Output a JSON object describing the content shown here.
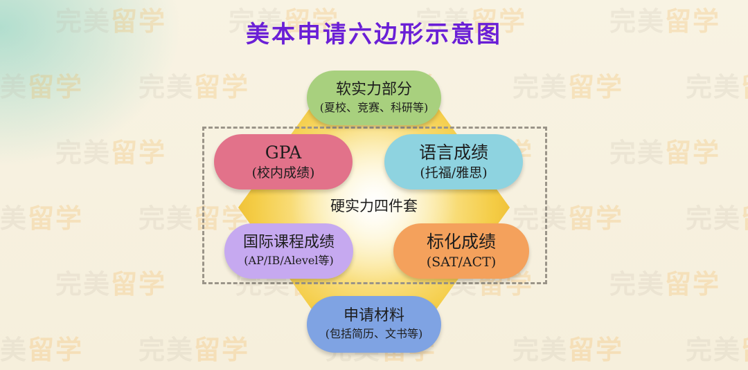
{
  "title": "美本申请六边形示意图",
  "center_label": "硬实力四件套",
  "nodes": {
    "top": {
      "main": "软实力部分",
      "sub": "(夏校、竞赛、科研等)"
    },
    "gpa": {
      "main": "GPA",
      "sub": "(校内成绩)"
    },
    "language": {
      "main": "语言成绩",
      "sub": "(托福/雅思)"
    },
    "international": {
      "main": "国际课程成绩",
      "sub": "(AP/IB/Alevel等)"
    },
    "standardized": {
      "main": "标化成绩",
      "sub": "(SAT/ACT)"
    },
    "bottom": {
      "main": "申请材料",
      "sub": "(包括简历、文书等)"
    }
  },
  "colors": {
    "title": "#6a1fd6",
    "top": "#a8d07e",
    "gpa": "#e2728a",
    "language": "#8ed3e0",
    "international": "#c6a9f0",
    "standardized": "#f4a15c",
    "bottom": "#7fa3e3",
    "hexagon": "#f2c53a"
  },
  "watermark": {
    "word": "完美",
    "highlight": "留学"
  }
}
